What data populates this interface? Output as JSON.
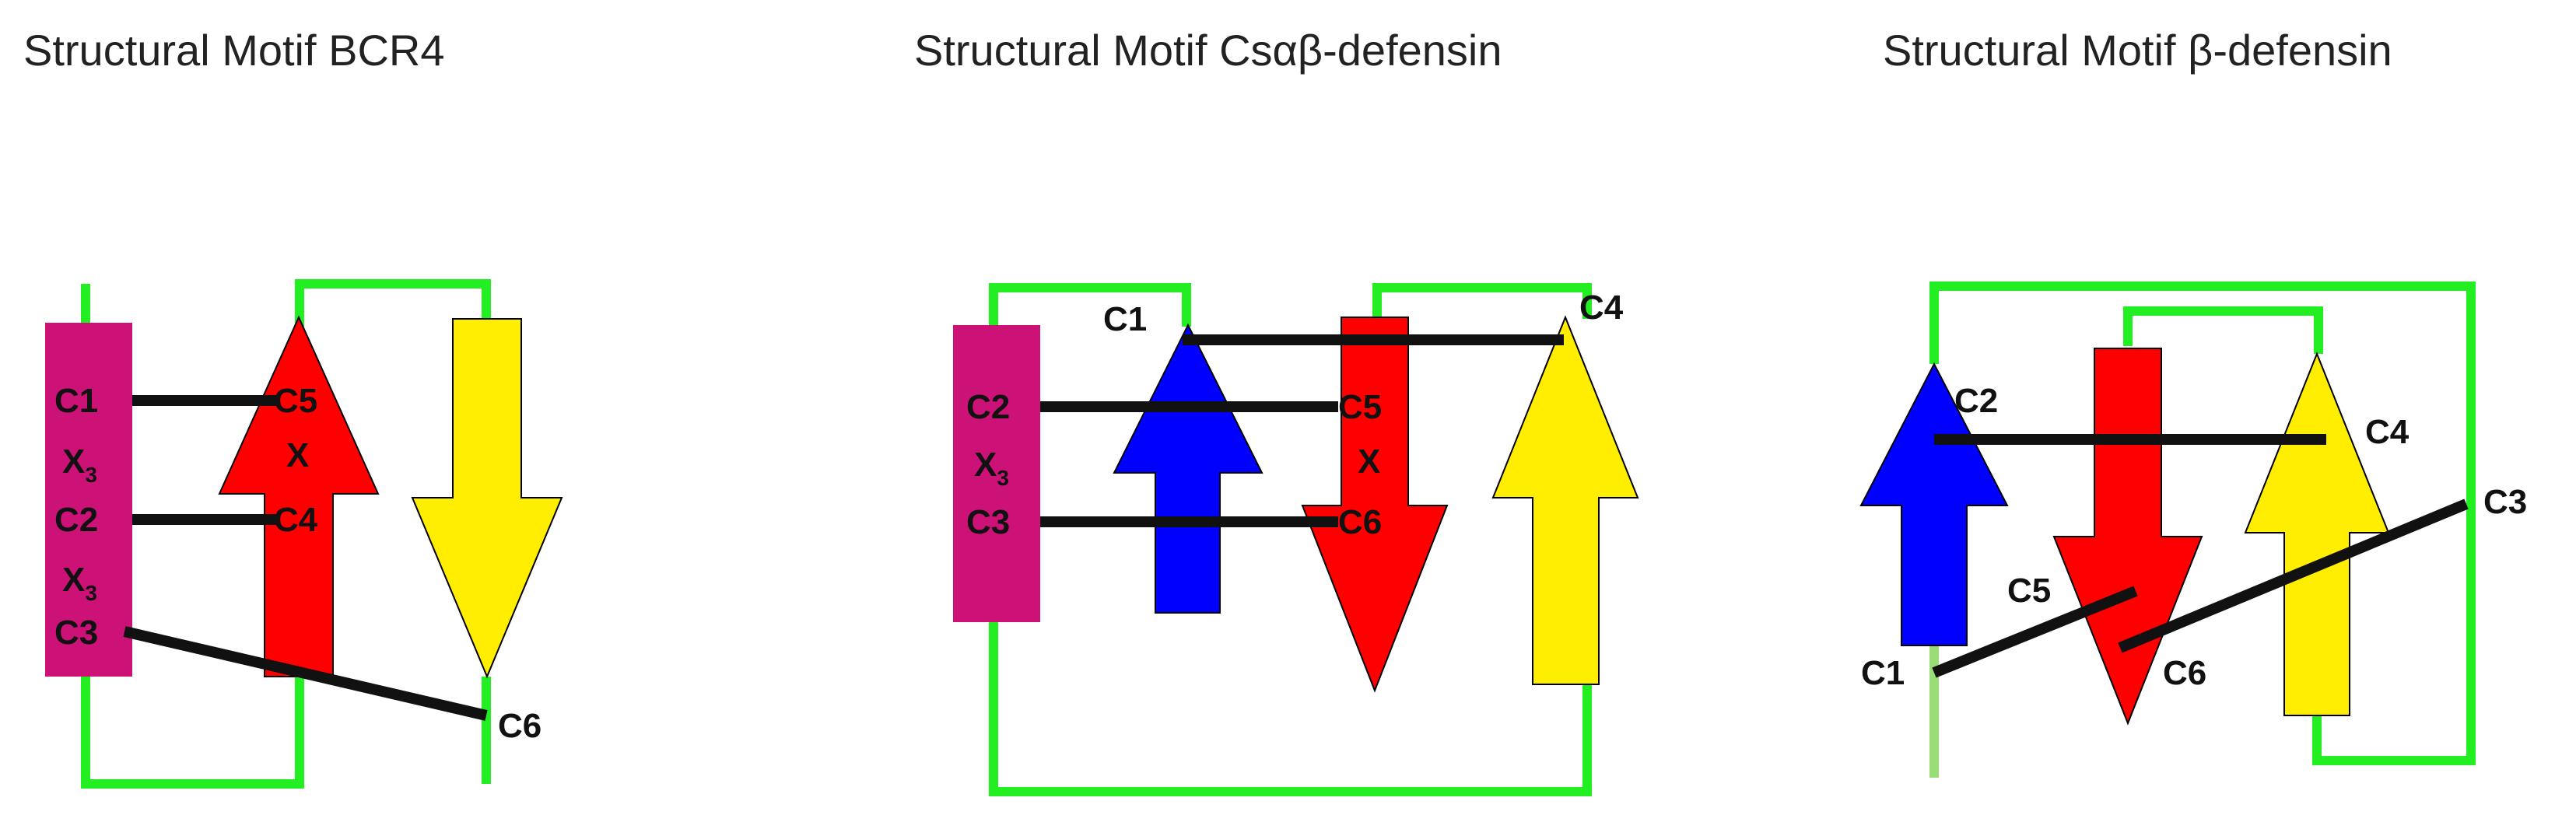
{
  "colors": {
    "loop": "#22ee22",
    "loop_light": "#99dd77",
    "helix": "#cc1177",
    "red": "#ff0000",
    "yellow": "#ffee00",
    "blue": "#0000ff",
    "bond": "#111111"
  },
  "panels": [
    {
      "title": "Structural Motif BCR4",
      "helix_labels": {
        "l1": "C1",
        "l2": "X",
        "l2_sub": "3",
        "l3": "C2",
        "l4": "X",
        "l4_sub": "3",
        "l5": "C3"
      },
      "red_labels": {
        "top": "C5",
        "mid": "X",
        "bot": "C4"
      },
      "yellow_label": "C6"
    },
    {
      "title": "Structural Motif Csαβ-defensin",
      "helix_labels": {
        "l1": "C2",
        "l2": "X",
        "l2_sub": "3",
        "l3": "C3"
      },
      "blue_label": "C1",
      "red_labels": {
        "top": "C5",
        "mid": "X",
        "bot": "C6"
      },
      "yellow_label": "C4"
    },
    {
      "title": "Structural Motif β-defensin",
      "labels": {
        "c1": "C1",
        "c2": "C2",
        "c3": "C3",
        "c4": "C4",
        "c5": "C5",
        "c6": "C6"
      }
    }
  ]
}
